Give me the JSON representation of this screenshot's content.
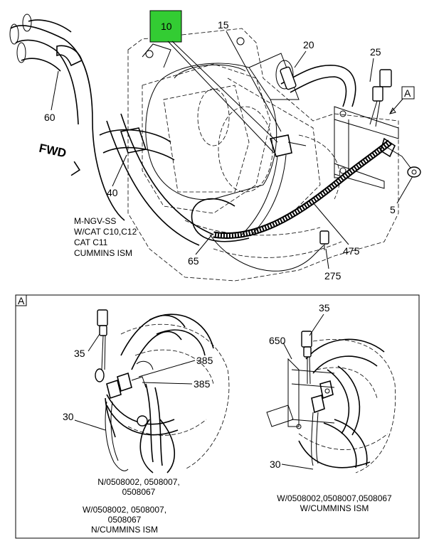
{
  "main": {
    "callouts": {
      "c10": "10",
      "c15": "15",
      "c20": "20",
      "c25": "25",
      "c60": "60",
      "c40": "40",
      "c5": "5",
      "c65": "65",
      "c475": "475",
      "c275": "275"
    },
    "view_marker": "A",
    "fwd_label": "FWD",
    "notes": [
      "M-NGV-SS",
      "W/CAT C10,C12",
      "CAT C11",
      "CUMMINS ISM"
    ],
    "highlight_color": "#33cc33"
  },
  "detail": {
    "marker": "A",
    "left": {
      "callouts": {
        "c35": "35",
        "c385a": "385",
        "c385b": "385",
        "c30": "30"
      },
      "caption1": [
        "N/0508002, 0508007,",
        "0508067"
      ],
      "caption2": [
        "W/0508002, 0508007,",
        "0508067",
        "N/CUMMINS ISM"
      ]
    },
    "right": {
      "callouts": {
        "c35": "35",
        "c650": "650",
        "c30": "30"
      },
      "caption": [
        "W/0508002,0508007,0508067",
        "W/CUMMINS ISM"
      ]
    }
  }
}
